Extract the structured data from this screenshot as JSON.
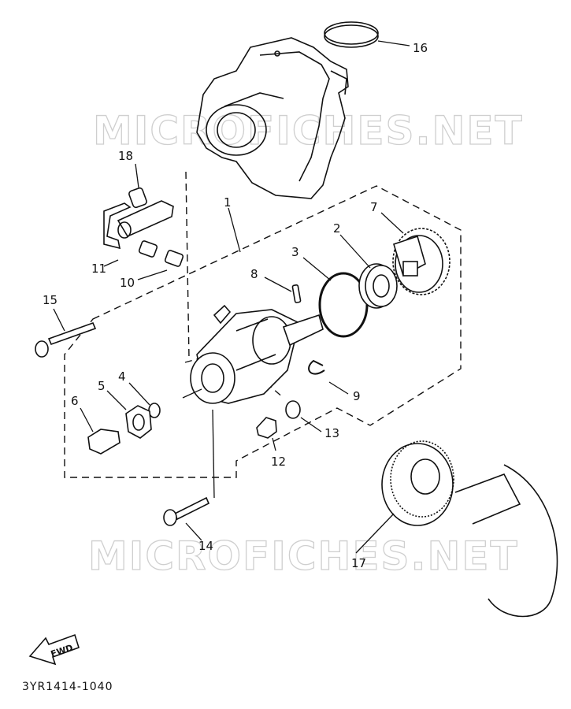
{
  "watermark": {
    "top": "MICROFICHES.NET",
    "bottom": "MICROFICHES.NET"
  },
  "diagram_code": "3YR1414-1040",
  "fwd_label": "FWD",
  "callouts": {
    "c1": "1",
    "c2": "2",
    "c3": "3",
    "c4": "4",
    "c5": "5",
    "c6": "6",
    "c7": "7",
    "c8": "8",
    "c9": "9",
    "c10": "10",
    "c11": "11",
    "c12": "12",
    "c13": "13",
    "c14": "14",
    "c15": "15",
    "c16": "16",
    "c17": "17",
    "c18": "18"
  }
}
